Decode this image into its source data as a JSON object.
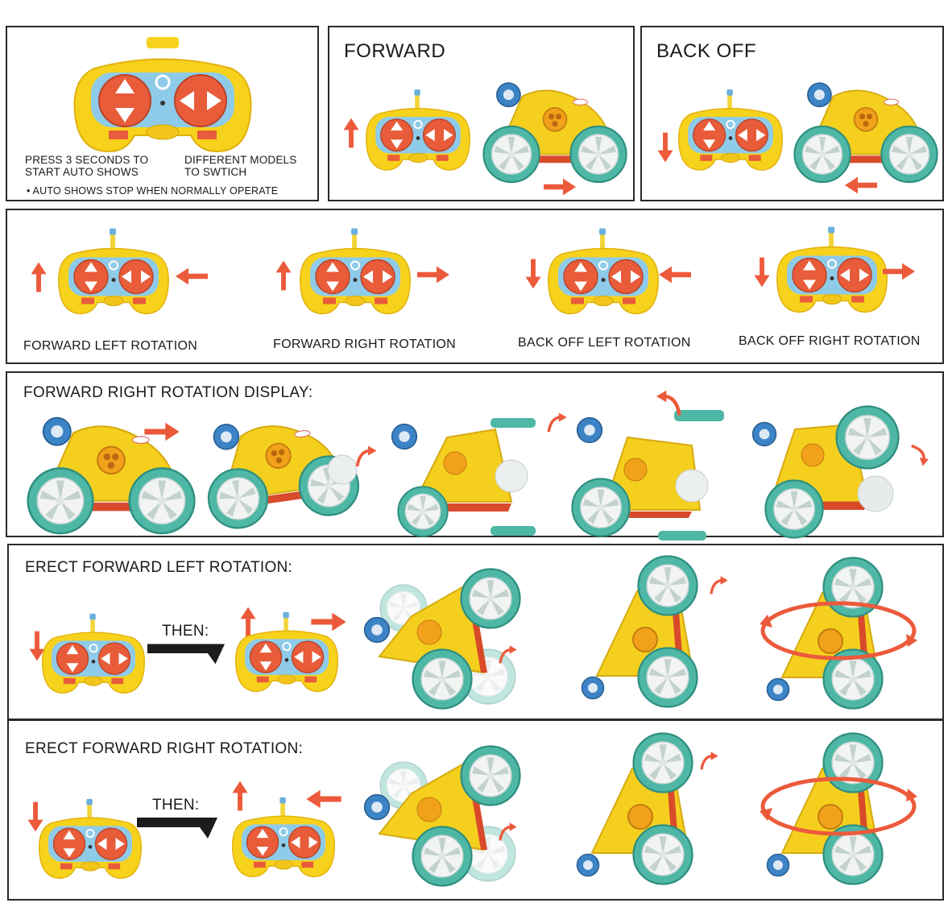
{
  "colors": {
    "controller_body": "#f7d21c",
    "controller_panel": "#8ecbe8",
    "button_red": "#e85c3a",
    "arrow_red": "#ec5a3c",
    "wheel_teal": "#4fb7a6",
    "wheel_hub": "#f1f4f3",
    "car_yellow": "#f5cf1e",
    "car_red": "#d94a2a",
    "ball_blue": "#3d84c6",
    "border": "#2a2a2a"
  },
  "intro": {
    "press_label": "PRESS 3 SECONDS TO\nSTART AUTO SHOWS",
    "models_label": "DIFFERENT MODELS\nTO SWTICH",
    "note": "• AUTO SHOWS STOP WHEN NORMALLY OPERATE"
  },
  "forward": {
    "title": "FORWARD"
  },
  "back_off": {
    "title": "BACK OFF"
  },
  "rotations": {
    "items": [
      {
        "label": "FORWARD LEFT ROTATION"
      },
      {
        "label": "FORWARD RIGHT ROTATION"
      },
      {
        "label": "BACK OFF LEFT ROTATION"
      },
      {
        "label": "BACK OFF RIGHT ROTATION"
      }
    ]
  },
  "display": {
    "title": "FORWARD RIGHT ROTATION DISPLAY:"
  },
  "erect_left": {
    "title": "ERECT FORWARD LEFT ROTATION:",
    "then_label": "THEN:"
  },
  "erect_right": {
    "title": "ERECT FORWARD RIGHT ROTATION:",
    "then_label": "THEN:"
  }
}
